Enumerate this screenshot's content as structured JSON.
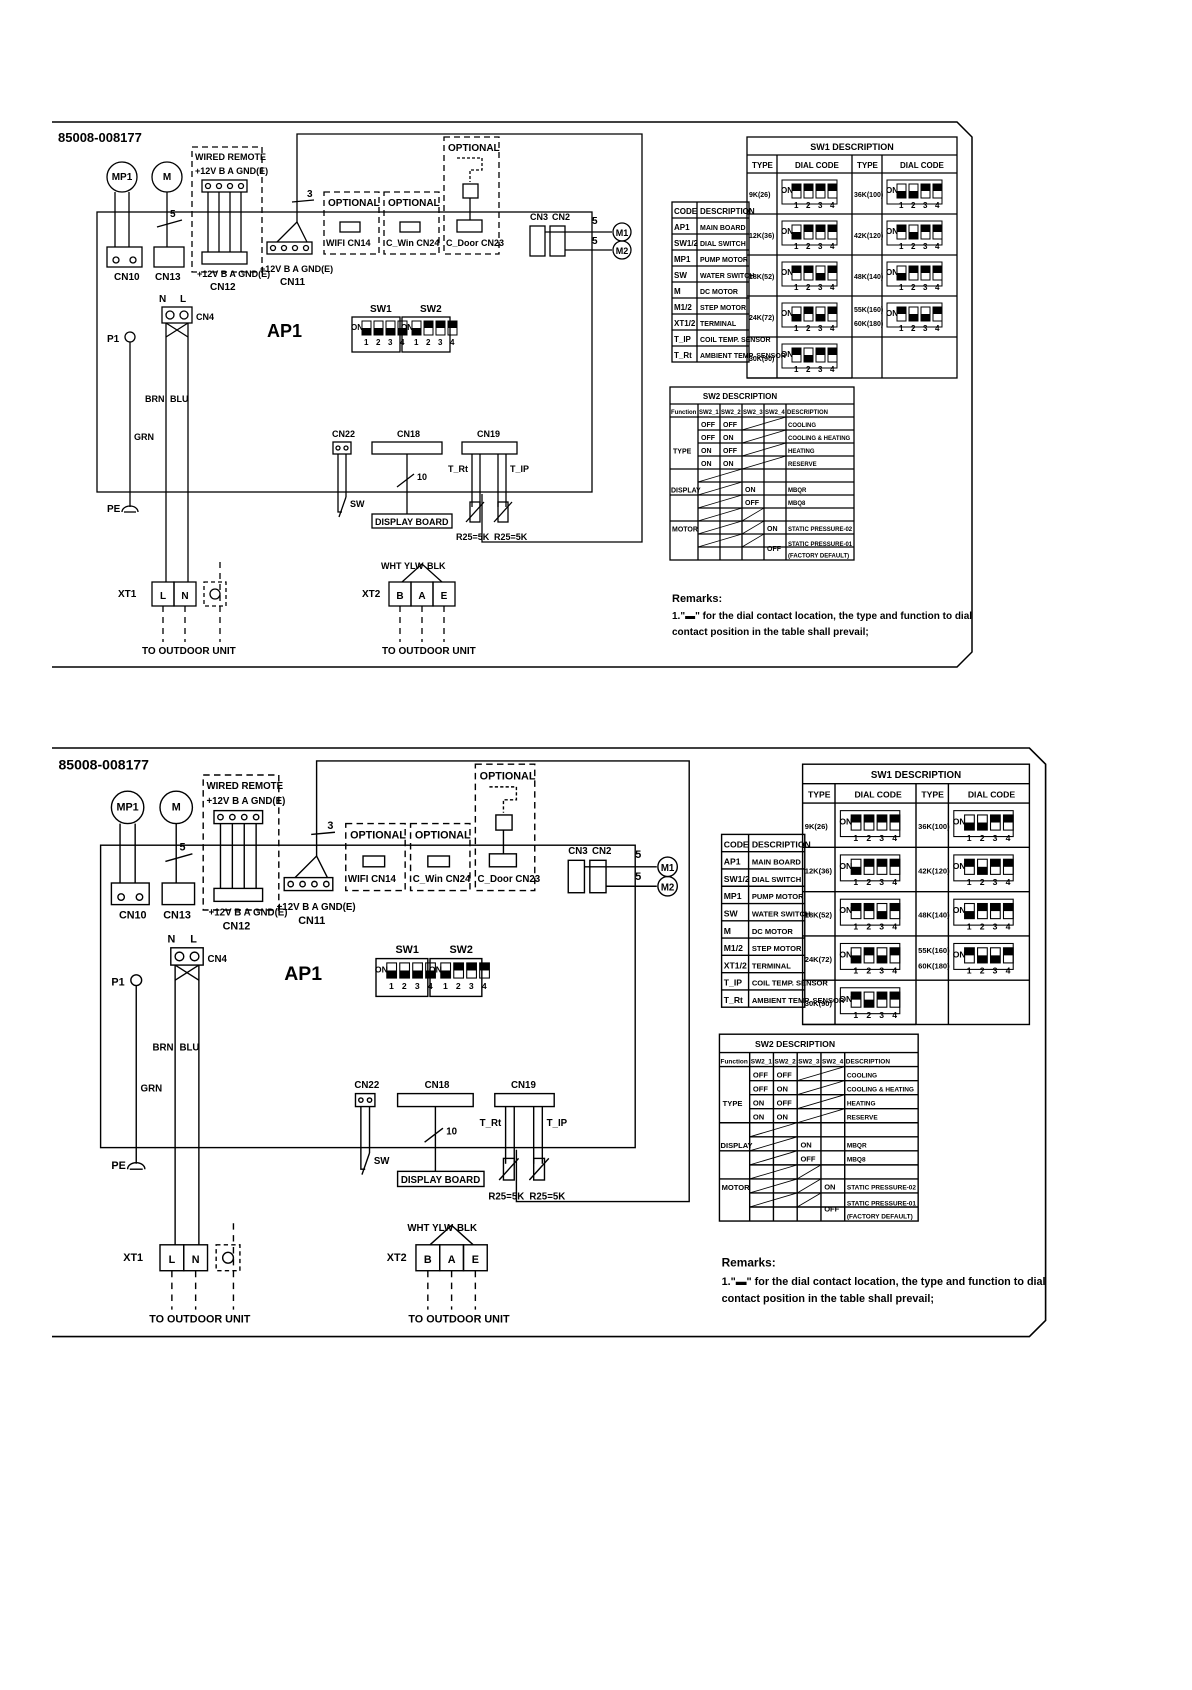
{
  "drawing_number": "85008-008177",
  "wired_remote": {
    "title": "WIRED REMOTE",
    "pins": "+12V B A GND(E)"
  },
  "optional_label": "OPTIONAL",
  "connectors": {
    "wifi": "WIFI CN14",
    "cwin": "C_Win CN24",
    "cdoor": "C_Door CN23",
    "cn3": "CN3",
    "cn2": "CN2",
    "cn10": "CN10",
    "cn13": "CN13",
    "cn12": "CN12",
    "cn11": "CN11",
    "cn4": "CN4",
    "cn22": "CN22",
    "cn18": "CN18",
    "cn19": "CN19"
  },
  "cn12_pins": "+12V B A GND(E)",
  "cn11_pins": "+12V B A GND(E)",
  "components": {
    "mp1": "MP1",
    "m": "M",
    "m1": "M1",
    "m2": "M2",
    "ap1": "AP1",
    "p1": "P1",
    "pe": "PE",
    "sw": "SW",
    "display_board": "DISPLAY BOARD",
    "t_rt": "T_Rt",
    "t_ip": "T_IP",
    "r25": "R25=5K"
  },
  "wire_numbers": {
    "w3": "3",
    "w5": "5",
    "w10": "10"
  },
  "power": {
    "n": "N",
    "l": "L",
    "brn": "BRN",
    "blu": "BLU",
    "grn": "GRN"
  },
  "terminals": {
    "xt1": "XT1",
    "xt2": "XT2",
    "l": "L",
    "n": "N",
    "b": "B",
    "a": "A",
    "e": "E",
    "wht": "WHT",
    "ylw": "YLW",
    "blk": "BLK",
    "to_outdoor": "TO OUTDOOR UNIT"
  },
  "dip": {
    "sw1": "SW1",
    "sw2": "SW2",
    "on": "ON",
    "nums": [
      "1",
      "2",
      "3",
      "4"
    ]
  },
  "code_table": {
    "headers": [
      "CODE",
      "DESCRIPTION"
    ],
    "rows": [
      [
        "AP1",
        "MAIN BOARD"
      ],
      [
        "SW1/2",
        "DIAL SWITCH"
      ],
      [
        "MP1",
        "PUMP MOTOR"
      ],
      [
        "SW",
        "WATER SWITCH"
      ],
      [
        "M",
        "DC MOTOR"
      ],
      [
        "M1/2",
        "STEP MOTOR"
      ],
      [
        "XT1/2",
        "TERMINAL"
      ],
      [
        "T_IP",
        "COIL TEMP. SENSOR"
      ],
      [
        "T_Rt",
        "AMBIENT TEMP. SENSOR"
      ]
    ]
  },
  "sw1_table": {
    "title": "SW1 DESCRIPTION",
    "headers": [
      "TYPE",
      "DIAL CODE",
      "TYPE",
      "DIAL CODE"
    ],
    "left_types_a": [
      "9K(26)",
      "12K(36)",
      "18K(52)",
      "24K(72)",
      "30K(90)"
    ],
    "left_types_b": [
      "9K(26)",
      "12K(36)",
      "18K(52)",
      "24K(72)",
      "30K(90)"
    ],
    "right_types_a": [
      "36K(100)",
      "42K(120)",
      "48K(140)",
      "55K(160)",
      "60K(180)"
    ],
    "right_types_b": [
      "36K(100)",
      "42K(120)",
      "48K(140)",
      "55K(160)",
      "60K(180)"
    ]
  },
  "sw2_table": {
    "title": "SW2 DESCRIPTION",
    "headers": [
      "Function",
      "SW2_1",
      "SW2_2",
      "SW2_3",
      "SW2_4",
      "DESCRIPTION"
    ],
    "groups": {
      "type": "TYPE",
      "display": "DISPLAY",
      "motor": "MOTOR"
    },
    "on": "ON",
    "off": "OFF",
    "descriptions": [
      "COOLING",
      "COOLING & HEATING",
      "HEATING",
      "RESERVE",
      "MBQR",
      "MBQ8",
      "STATIC PRESSURE-02",
      "STATIC PRESSURE-01",
      "(FACTORY DEFAULT)"
    ]
  },
  "remarks": {
    "title": "Remarks:",
    "line1": "1.\"▬\" for the dial contact location, the type and function to dial",
    "line2": "contact position in the table shall prevail;"
  }
}
